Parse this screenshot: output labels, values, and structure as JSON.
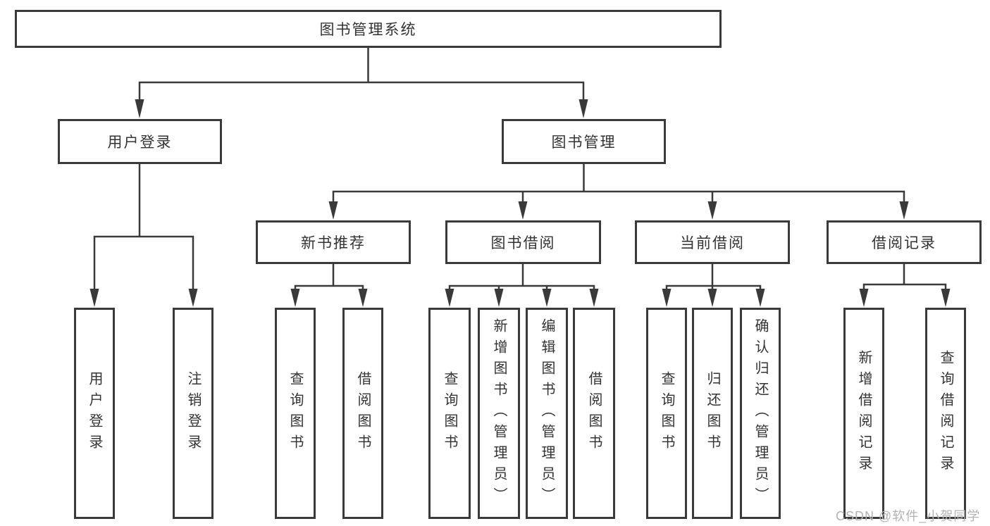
{
  "colors": {
    "line": "#3a3a3a",
    "box_border": "#3a3a3a",
    "text": "#333333",
    "watermark": "#b3b3b3",
    "background": "#ffffff"
  },
  "watermark": {
    "text": "CSDN @软件_小贺同学"
  },
  "diagram": {
    "root": {
      "label": "图书管理系统"
    },
    "level2": [
      {
        "label": "用户登录"
      },
      {
        "label": "图书管理"
      }
    ],
    "level3": [
      {
        "label": "新书推荐"
      },
      {
        "label": "图书借阅"
      },
      {
        "label": "当前借阅"
      },
      {
        "label": "借阅记录"
      }
    ],
    "leaves": {
      "user_login": [
        {
          "label": "用户登录"
        },
        {
          "label": "注销登录"
        }
      ],
      "new_book_recommend": [
        {
          "label": "查询图书"
        },
        {
          "label": "借阅图书"
        }
      ],
      "book_borrowing": [
        {
          "label": "查询图书"
        },
        {
          "label": "新增图书（管理员）"
        },
        {
          "label": "编辑图书（管理员）"
        },
        {
          "label": "借阅图书"
        }
      ],
      "current_borrowing": [
        {
          "label": "查询图书"
        },
        {
          "label": "归还图书"
        },
        {
          "label": "确认归还（管理员）"
        }
      ],
      "borrowing_records": [
        {
          "label": "新增借阅记录"
        },
        {
          "label": "查询借阅记录"
        }
      ]
    }
  }
}
